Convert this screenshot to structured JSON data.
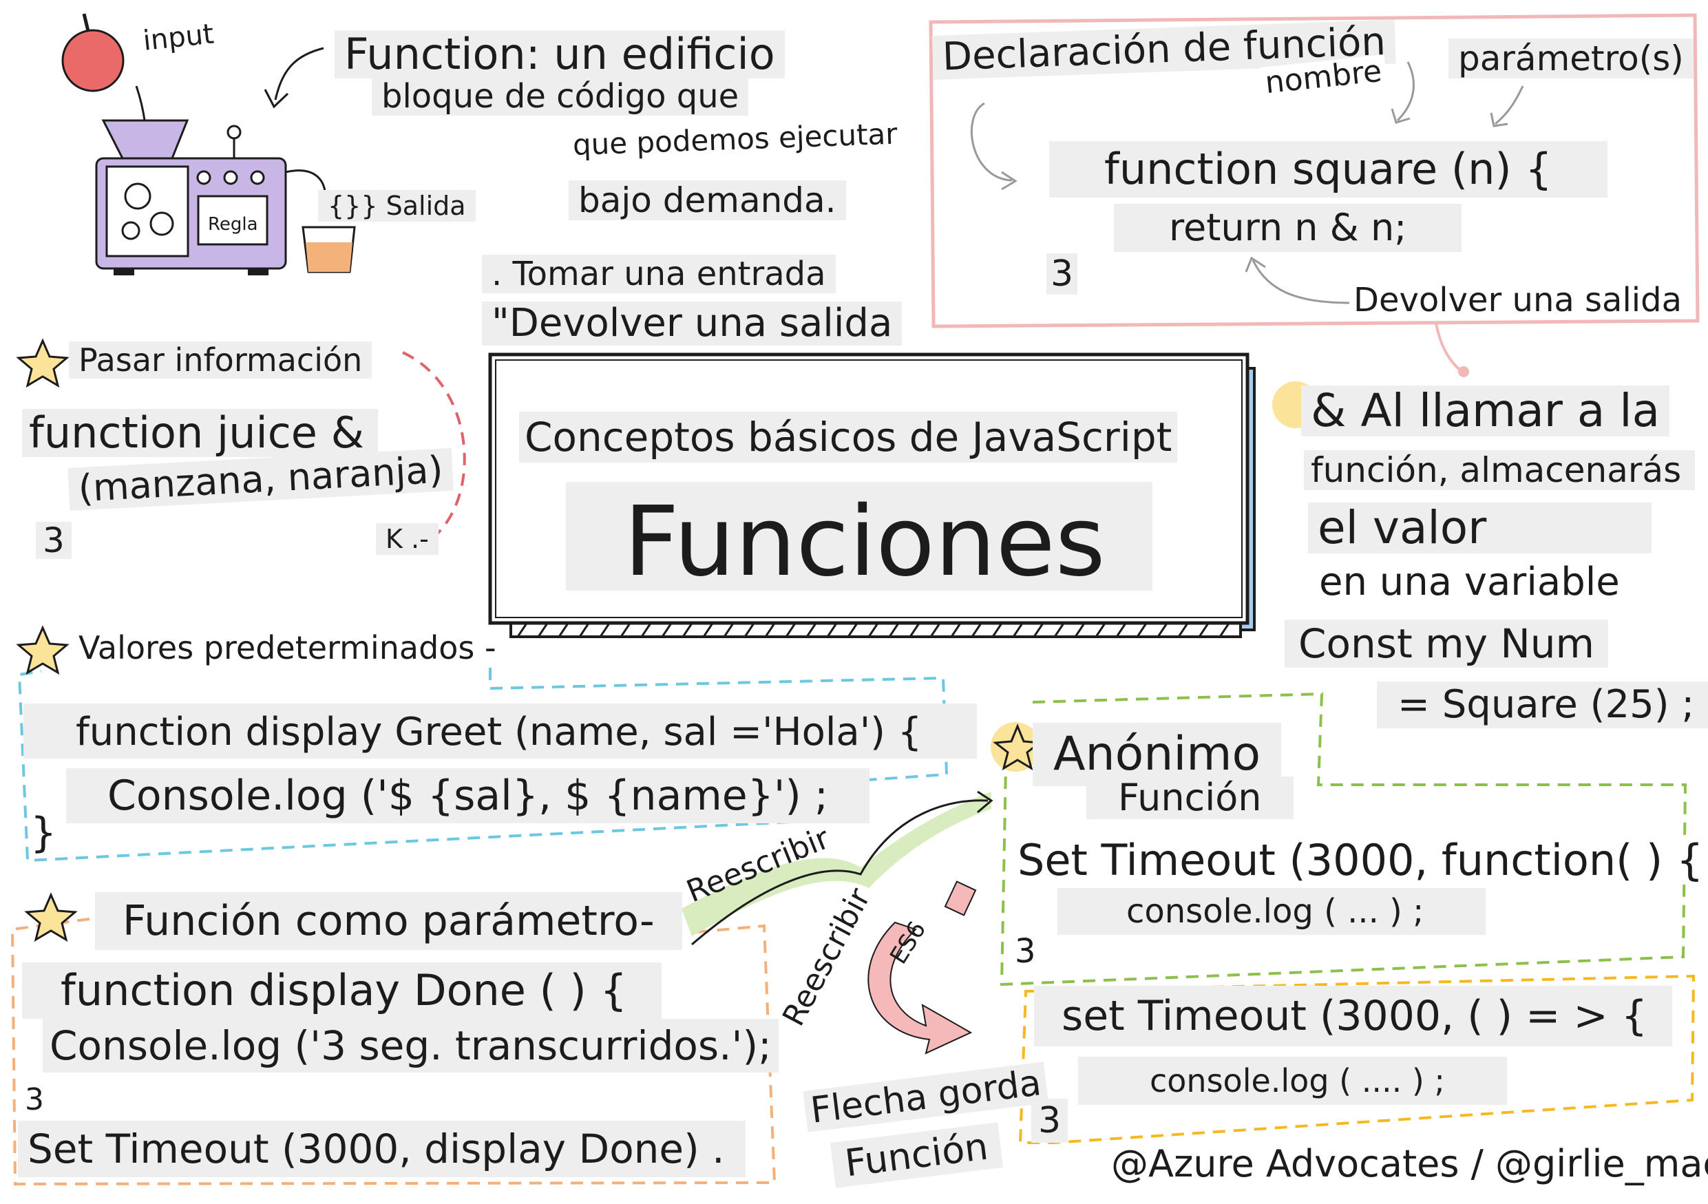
{
  "colors": {
    "ink": "#1c1c1c",
    "highlight": "#eeeeee",
    "pink_box": "#f2b8b8",
    "red_dash": "#e0626a",
    "blue_dash": "#6cc7e0",
    "green_dash": "#8cc04a",
    "orange_dash": "#f3b07a",
    "yellow_dash": "#f5b820",
    "star_yellow": "#fbe39a",
    "title_shadow": "#a8cdea",
    "machine_purple": "#c8b6e6",
    "apple_red": "#ea6a6a",
    "juice_orange": "#f2b27a",
    "ribbon_pink": "#f6b9b9",
    "ribbon_green": "#d8ecc0"
  },
  "icons": {
    "apple": "apple-icon",
    "machine": "function-machine-icon",
    "cup": "juice-cup-icon",
    "star": "star-icon",
    "arrow": "curved-arrow-icon"
  },
  "title": {
    "subtitle": "Conceptos básicos de JavaScript",
    "main": "Funciones"
  },
  "intro": {
    "input_label": "input",
    "heading": "Function: un edificio",
    "line1": "bloque de código que",
    "line2": "que podemos ejecutar",
    "line3": "bajo demanda.",
    "machine_label": "Regla",
    "output_label": "{}} Salida",
    "take_input": ". Tomar una entrada",
    "return_output": "\"Devolver una salida"
  },
  "declaration": {
    "heading": "Declaración de función",
    "name_label": "nombre",
    "param_label": "parámetro(s)",
    "code1": "function square (n) {",
    "code2": "return n & n;",
    "close": "3",
    "return_label": "Devolver una salida"
  },
  "passing": {
    "heading": "Pasar información",
    "code1": "function juice &",
    "code2": "(manzana, naranja)",
    "close": "3",
    "mark": "K .-"
  },
  "calling": {
    "line1": "& Al llamar a la",
    "line2": "función, almacenarás",
    "line3": "el valor",
    "line4": "en una variable",
    "code1": "Const my Num",
    "code2": "= Square (25) ;"
  },
  "defaults": {
    "heading": "Valores predeterminados -",
    "code1": "function display Greet (name, sal ='Hola') {",
    "code2": "Console.log ('$ {sal}, $ {name}') ;",
    "close": "}"
  },
  "anonymous": {
    "line1": "Anónimo",
    "line2": "Función",
    "code1": "Set Timeout (3000, function( ) {",
    "code2": "console.log ( ... ) ;",
    "close": "3"
  },
  "param_fn": {
    "heading": "Función como parámetro-",
    "code1": "function display Done ( ) {",
    "code2": "Console.log ('3 seg. transcurridos.');",
    "close": "3",
    "code3": "Set Timeout (3000, display Done) ."
  },
  "rewrite": {
    "label1": "Reescribir",
    "label2": "Reescribir",
    "es6": "ES6",
    "fat1": "Flecha gorda",
    "fat2": "Función"
  },
  "arrow_fn": {
    "code1": "set Timeout (3000, ( ) = > {",
    "code2": "console.log ( .... ) ;",
    "close": "3"
  },
  "credit": "@Azure Advocates / @girlie_mac"
}
